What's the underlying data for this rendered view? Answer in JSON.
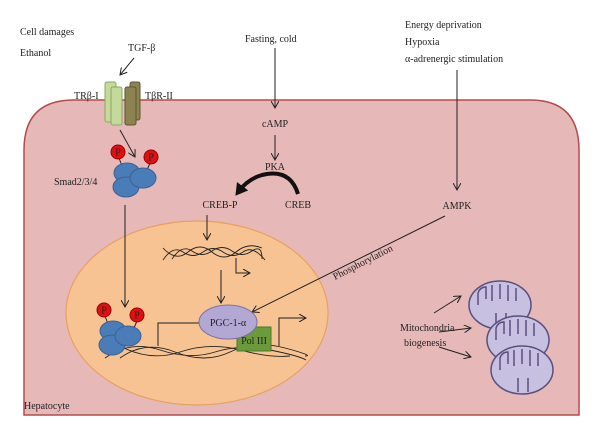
{
  "colors": {
    "cell_fill": "#e6b8b8",
    "cell_border": "#b54a4a",
    "nucleus_fill": "#f7c393",
    "nucleus_border": "#e8a060",
    "smad": "#4a7cb8",
    "phospho": "#e01010",
    "pgc": "#b3a7d4",
    "pol": "#6a9a3a",
    "receptor_light": "#c5d99a",
    "receptor_dark": "#8c8350",
    "mito": "#c8c0e0"
  },
  "labels": {
    "cell_damages": "Cell damages",
    "ethanol": "Ethanol",
    "tgf_beta": "TGF-β",
    "tr_beta_1": "TRβ-I",
    "tbr_2": "TβR-II",
    "smad": "Smad2/3/4",
    "phospho_p": "P",
    "fasting": "Fasting, cold",
    "camp": "cAMP",
    "pka": "PKA",
    "creb_p": "CREB-P",
    "creb": "CREB",
    "energy": "Energy deprivation",
    "hypoxia": "Hypoxia",
    "alpha": "α-adrenergic stimulation",
    "ampk": "AMPK",
    "phosphorylation": "Phosphorylation",
    "pgc": "PGC-1-α",
    "pol": "Pol III",
    "mito1": "Mitochondria",
    "mito2": "biogenesis",
    "hepatocyte": "Hepatocyte"
  }
}
